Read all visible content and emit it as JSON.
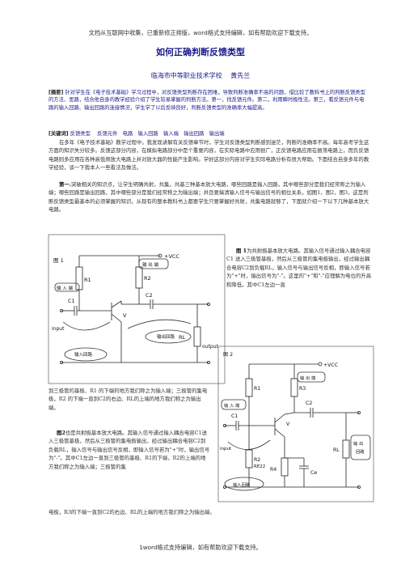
{
  "header": "文档从互联网中收集，已重新修正排版，word格式支持编辑，如有帮助欢迎下载支持。",
  "footer": "1word格式支持编辑，如有帮助欢迎下载支持。",
  "title": "如何正确判断反馈类型",
  "author": "临海市中等职业技术学校　 黄先兰",
  "abstract": {
    "tag": "[摘要]",
    "text": "针对学生在《电子技术基础》学习过程中，对反馈类型判断存在困难，导致判断准确率不高的问题，借比较了教科书上的判断反馈类型的方法、思路，结合他自身的教学经验介绍了学生较易掌握的判断方法。第一，找反馈元件。第二，利用瞬时极性法。第三，看反馈元件与电路的输入回路、输出回路的连接情况，学生学了以后反映良好，判断反馈类型的准确率大幅提高。"
  },
  "keywords": {
    "tag": "[关键词]",
    "text": "反馈类型　 反馈元件　电路　输入回路　输入端　输出回路　输出端"
  },
  "p1": "在多年《电子技术基础》教学过程中，我发现讲解有关反馈章节时，学生对反馈类型判断感到迷茫，判断的准确率不高。每年高考学生这方面的知识失分较多。反馈这部分内容，在模拟电路部分中是个重要内容，在实际电路中应用很广，正反馈电路应用在振荡电路上，而负反馈电路则多应用在各种高低频放大电路上并对放大器的性能产生影响。学好这部分内容对学生实际电路分析有很大帮助。下面结合自身多年的教学经验，谈一下我本人一些看法及做法。",
  "p2": {
    "lead": "第一.",
    "text": "突破相关的知识点，让学生明确共射，共集，共基三种基本放大电路，哪些回路是输入回路，其中哪些部分是我们经常称之为输入端；哪些回路是输出回路，其中哪些部分是我们经常称之为输出端；并且要搞清输入信号与输出信号的相位关系，如图1、图2，图3，这是判断反馈类型最基本的必须掌握的知识。从现有的整本教科书上都要学生只要掌握好共射，共集电路就够了，下面就介绍一下以下几种基本放大电路。"
  },
  "p3": {
    "lead": "图 1",
    "text": "为共射极基本放大电路。其输入信号通过输入耦合电容 C1 送入三极管基极，然后从三极管的集电极输出，经过输出耦合电容C2到负载RL，输入信号与输出信号反相，即输入信号若为\"+\"时，输出信号为\"-\"。这里的\"+\"和\"-\"应理解为电位的升高和降低。其中C1左边一直",
    "cont": "到三极管的基极、R1 的下端的地方我们称之为输入端；三极管的集电极，R2 的下端一直到C2的右边、RL的上端的地方我们称之为输出端。"
  },
  "p4": {
    "lead": "图2",
    "text": "也是共射极基本放大电路。其输入信号通过输入耦合电容C1送入三极管基极，然后从三极管的集电极输出，经过输出耦合电容C2到负载RL，输入信号与输出信号反相，即输入信号若为\"+\"时，输出信号为\"-\"。其中C1左边一直到三极管的基极、R1的下端，R2的上端的地方我们称之为输入端；三极管的集",
    "cont": "电极，R3的下端一直到C2的右边、RL的上端的地方我们称之为输出端。"
  },
  "fig1": {
    "label": "图 1",
    "vcc": "+VCC",
    "r1": "R1",
    "r2": "R2",
    "c1": "C1",
    "c2": "C2",
    "rl": "RL",
    "v": "V",
    "input": "input",
    "output": "output",
    "in_end": "输 入 端",
    "out_end": "输 出 端",
    "in_loop": "输入回路",
    "out_loop": "输出回路"
  },
  "fig2": {
    "label": "图 2",
    "vcc": "+VCC",
    "r1": "R1",
    "r3": "R3",
    "c1": "C1",
    "c2": "C2",
    "r2": "R2",
    "re22": "RE22",
    "r4": "R4",
    "ce": "Ce",
    "rl": "RL",
    "v": "V",
    "input": "input",
    "in_end": "输 入 端",
    "out_end": "输 出 端",
    "in_loop": "输入回路",
    "out_loop_a": "输 出",
    "out_loop_b": "回路"
  }
}
